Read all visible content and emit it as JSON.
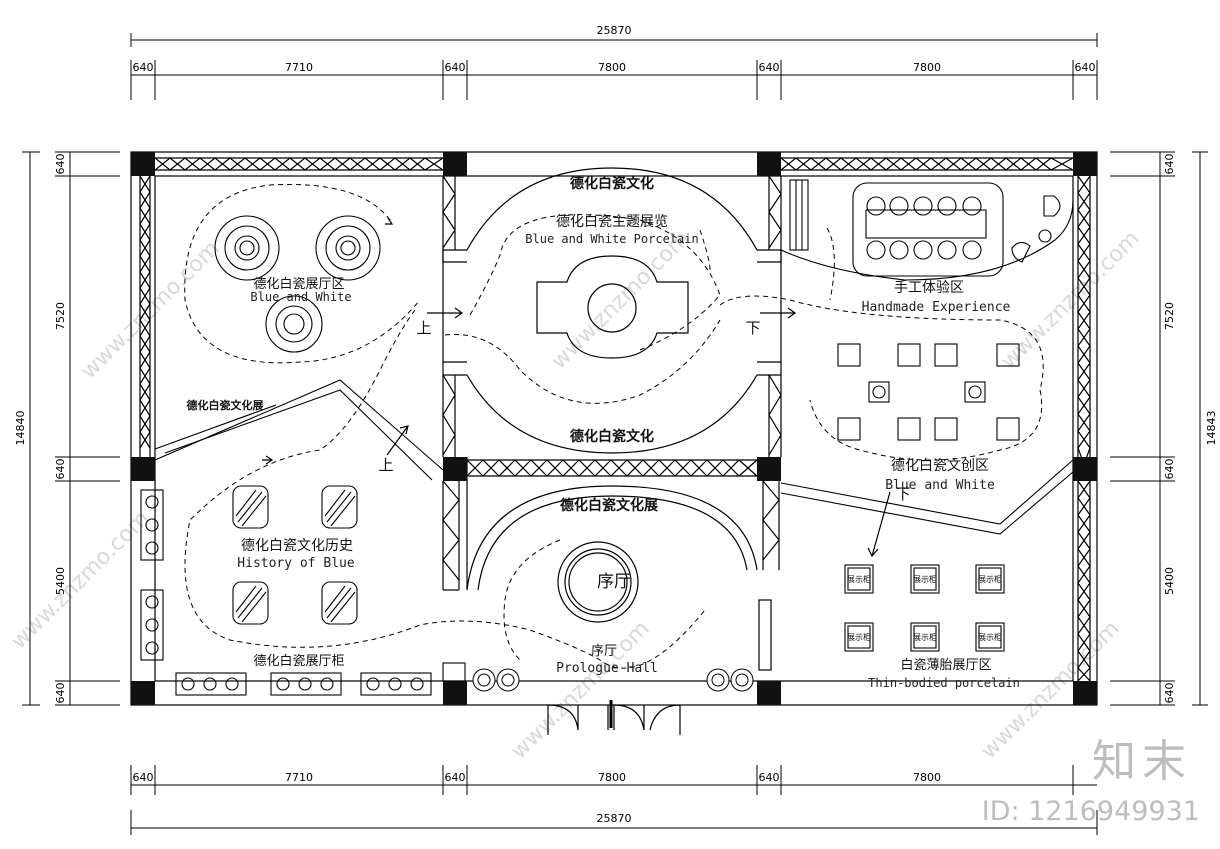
{
  "dimensions": {
    "total": "25870",
    "top_segments": [
      "640",
      "7710",
      "640",
      "7800",
      "640",
      "7800",
      "640"
    ],
    "bottom_segments": [
      "640",
      "7710",
      "640",
      "7800",
      "640",
      "7800"
    ],
    "left_total": "14840",
    "right_total": "14843",
    "side_segments": [
      "640",
      "7520",
      "640",
      "5400",
      "640"
    ]
  },
  "labels": {
    "exhibit_hall_zh": "德化白瓷展厅区",
    "exhibit_hall_en": "Blue and White",
    "theme_top": "德化白瓷文化",
    "theme_zh": "德化白瓷主题展览",
    "theme_en": "Blue and White Porcelain",
    "theme_bottom": "德化白瓷文化",
    "handmade_zh": "手工体验区",
    "handmade_en": "Handmade Experience",
    "culture_wall": "德化白瓷文化展",
    "creative_zh": "德化白瓷文创区",
    "creative_en": "Blue and White",
    "history_zh": "德化白瓷文化历史",
    "history_en": "History of Blue",
    "culture_exhibit": "德化白瓷文化展",
    "foyer_center": "序厅",
    "foyer_zh": "序厅",
    "foyer_en": "Prologue Hall",
    "cabinet_zh": "德化白瓷展厅柜",
    "thin_zh": "白瓷薄胎展厅区",
    "thin_en": "Thin-bodied porcelain",
    "up": "上",
    "down": "下",
    "showcase": "展示柜"
  },
  "watermark": {
    "site": "www.znzmo.com",
    "brand": "知末",
    "id": "ID: 1216949931"
  },
  "colors": {
    "line": "#000000",
    "column": "#111111",
    "watermark": "#d8d8d8"
  }
}
